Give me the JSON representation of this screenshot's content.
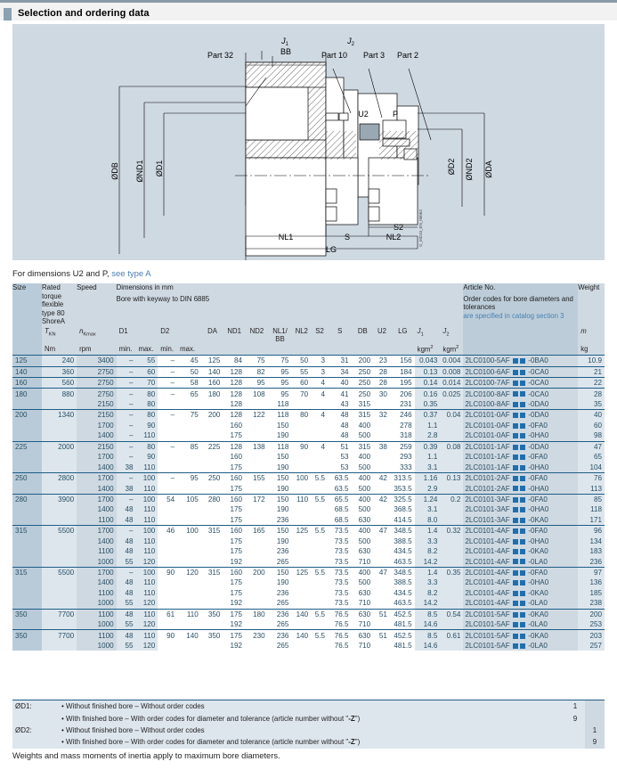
{
  "header": {
    "title": "Selection and ordering data"
  },
  "figure": {
    "labels": {
      "j1": "J1",
      "j2": "J2",
      "part32": "Part 32",
      "bb": "BB",
      "part10": "Part 10",
      "part3": "Part 3",
      "part2": "Part 2",
      "u2": "U2",
      "p": "P",
      "db": "ØDB",
      "nd1": "ØND1",
      "d1": "ØD1",
      "d2": "ØD2",
      "nd2": "ØND2",
      "da": "ØDA",
      "s2": "S2",
      "nl1": "NL1",
      "s": "S",
      "nl2": "NL2",
      "lg": "LG",
      "watermark": "G_MD10_EN_00063"
    }
  },
  "note_u2": {
    "text": "For dimensions U2 and P, ",
    "link": "see type A"
  },
  "table": {
    "headers": {
      "size": "Size",
      "rated_torque": "Rated torque flexible type 80 ShoreA",
      "speed": "Speed",
      "dimensions": "Dimensions in mm",
      "bore_keyway": "Bore with keyway to DIN 6885",
      "mass_moment": "Mass moment of inertia",
      "article_no": "Article No.",
      "article_sub": "Order codes for bore diameters and tolerances",
      "article_link": "are specified in catalog section 3",
      "weight": "Weight"
    },
    "symbols": {
      "tkn": "T",
      "tkn_sub": "KN",
      "nk": "n",
      "nk_sub": "Kmax",
      "d1": "D1",
      "d2": "D2",
      "da": "DA",
      "nd1": "ND1",
      "nd2": "ND2",
      "nl1bb": "NL1/ BB",
      "nl2": "NL2",
      "s2": "S2",
      "s": "S",
      "db": "DB",
      "u2": "U2",
      "lg": "LG",
      "j1": "J",
      "j1_sub": "1",
      "j2": "J",
      "j2_sub": "2",
      "m": "m",
      "min1": "min.",
      "max1": "max.",
      "min2": "min.",
      "max2": "max."
    },
    "units": {
      "nm": "Nm",
      "rpm": "rpm",
      "kgm2_a": "kgm",
      "kgm2_b": "kgm",
      "sup2": "2",
      "kg": "kg"
    },
    "rows": [
      {
        "group": true,
        "size": "125",
        "torque": "240",
        "speed": "3400",
        "d1min": "–",
        "d1max": "55",
        "d2min": "–",
        "d2max": "45",
        "da": "125",
        "nd1": "84",
        "nd2": "75",
        "nl1bb": "75",
        "nl2": "50",
        "s2": "3",
        "s": "31",
        "db": "200",
        "u2": "23",
        "lg": "156",
        "j1": "0.043",
        "j2": "0.004",
        "article": "2LC0100-5AF",
        "order": "-0BA0",
        "weight": "10.9"
      },
      {
        "group": true,
        "size": "140",
        "torque": "360",
        "speed": "2750",
        "d1min": "–",
        "d1max": "60",
        "d2min": "–",
        "d2max": "50",
        "da": "140",
        "nd1": "128",
        "nd2": "82",
        "nl1bb": "95",
        "nl2": "55",
        "s2": "3",
        "s": "34",
        "db": "250",
        "u2": "28",
        "lg": "184",
        "j1": "0.13",
        "j2": "0.008",
        "article": "2LC0100-6AF",
        "order": "-0CA0",
        "weight": "21"
      },
      {
        "group": true,
        "size": "160",
        "torque": "560",
        "speed": "2750",
        "d1min": "–",
        "d1max": "70",
        "d2min": "–",
        "d2max": "58",
        "da": "160",
        "nd1": "128",
        "nd2": "95",
        "nl1bb": "95",
        "nl2": "60",
        "s2": "4",
        "s": "40",
        "db": "250",
        "u2": "28",
        "lg": "195",
        "j1": "0.14",
        "j2": "0.014",
        "article": "2LC0100-7AF",
        "order": "-0CA0",
        "weight": "22"
      },
      {
        "group": true,
        "size": "180",
        "torque": "880",
        "speed": "2750",
        "d1min": "–",
        "d1max": "80",
        "d2min": "–",
        "d2max": "65",
        "da": "180",
        "nd1": "128",
        "nd2": "108",
        "nl1bb": "95",
        "nl2": "70",
        "s2": "4",
        "s": "41",
        "db": "250",
        "u2": "30",
        "lg": "206",
        "j1": "0.16",
        "j2": "0.025",
        "article": "2LC0100-8AF",
        "order": "-0CA0",
        "weight": "28"
      },
      {
        "group": false,
        "size": "",
        "torque": "",
        "speed": "2150",
        "d1min": "–",
        "d1max": "80",
        "d2min": "",
        "d2max": "",
        "da": "",
        "nd1": "128",
        "nd2": "",
        "nl1bb": "118",
        "nl2": "",
        "s2": "",
        "s": "43",
        "db": "315",
        "u2": "",
        "lg": "231",
        "j1": "0.35",
        "j2": "",
        "article": "2LC0100-8AF",
        "order": "-0DA0",
        "weight": "35"
      },
      {
        "group": true,
        "size": "200",
        "torque": "1340",
        "speed": "2150",
        "d1min": "–",
        "d1max": "80",
        "d2min": "–",
        "d2max": "75",
        "da": "200",
        "nd1": "128",
        "nd2": "122",
        "nl1bb": "118",
        "nl2": "80",
        "s2": "4",
        "s": "48",
        "db": "315",
        "u2": "32",
        "lg": "246",
        "j1": "0.37",
        "j2": "0.04",
        "article": "2LC0101-0AF",
        "order": "-0DA0",
        "weight": "40"
      },
      {
        "group": false,
        "size": "",
        "torque": "",
        "speed": "1700",
        "d1min": "–",
        "d1max": "90",
        "d2min": "",
        "d2max": "",
        "da": "",
        "nd1": "160",
        "nd2": "",
        "nl1bb": "150",
        "nl2": "",
        "s2": "",
        "s": "48",
        "db": "400",
        "u2": "",
        "lg": "278",
        "j1": "1.1",
        "j2": "",
        "article": "2LC0101-0AF",
        "order": "-0FA0",
        "weight": "60"
      },
      {
        "group": false,
        "size": "",
        "torque": "",
        "speed": "1400",
        "d1min": "–",
        "d1max": "110",
        "d2min": "",
        "d2max": "",
        "da": "",
        "nd1": "175",
        "nd2": "",
        "nl1bb": "190",
        "nl2": "",
        "s2": "",
        "s": "48",
        "db": "500",
        "u2": "",
        "lg": "318",
        "j1": "2.8",
        "j2": "",
        "article": "2LC0101-0AF",
        "order": "-0HA0",
        "weight": "98"
      },
      {
        "group": true,
        "size": "225",
        "torque": "2000",
        "speed": "2150",
        "d1min": "–",
        "d1max": "80",
        "d2min": "–",
        "d2max": "85",
        "da": "225",
        "nd1": "128",
        "nd2": "138",
        "nl1bb": "118",
        "nl2": "90",
        "s2": "4",
        "s": "51",
        "db": "315",
        "u2": "38",
        "lg": "259",
        "j1": "0.39",
        "j2": "0.08",
        "article": "2LC0101-1AF",
        "order": "-0DA0",
        "weight": "47"
      },
      {
        "group": false,
        "size": "",
        "torque": "",
        "speed": "1700",
        "d1min": "–",
        "d1max": "90",
        "d2min": "",
        "d2max": "",
        "da": "",
        "nd1": "160",
        "nd2": "",
        "nl1bb": "150",
        "nl2": "",
        "s2": "",
        "s": "53",
        "db": "400",
        "u2": "",
        "lg": "293",
        "j1": "1.1",
        "j2": "",
        "article": "2LC0101-1AF",
        "order": "-0FA0",
        "weight": "65"
      },
      {
        "group": false,
        "size": "",
        "torque": "",
        "speed": "1400",
        "d1min": "38",
        "d1max": "110",
        "d2min": "",
        "d2max": "",
        "da": "",
        "nd1": "175",
        "nd2": "",
        "nl1bb": "190",
        "nl2": "",
        "s2": "",
        "s": "53",
        "db": "500",
        "u2": "",
        "lg": "333",
        "j1": "3.1",
        "j2": "",
        "article": "2LC0101-1AF",
        "order": "-0HA0",
        "weight": "104"
      },
      {
        "group": true,
        "size": "250",
        "torque": "2800",
        "speed": "1700",
        "d1min": "–",
        "d1max": "100",
        "d2min": "–",
        "d2max": "95",
        "da": "250",
        "nd1": "160",
        "nd2": "155",
        "nl1bb": "150",
        "nl2": "100",
        "s2": "5.5",
        "s": "63.5",
        "db": "400",
        "u2": "42",
        "lg": "313.5",
        "j1": "1.16",
        "j2": "0.13",
        "article": "2LC0101-2AF",
        "order": "-0FA0",
        "weight": "76"
      },
      {
        "group": false,
        "size": "",
        "torque": "",
        "speed": "1400",
        "d1min": "38",
        "d1max": "110",
        "d2min": "",
        "d2max": "",
        "da": "",
        "nd1": "175",
        "nd2": "",
        "nl1bb": "190",
        "nl2": "",
        "s2": "",
        "s": "63.5",
        "db": "500",
        "u2": "",
        "lg": "353.5",
        "j1": "2.9",
        "j2": "",
        "article": "2LC0101-2AF",
        "order": "-0HA0",
        "weight": "113"
      },
      {
        "group": true,
        "size": "280",
        "torque": "3900",
        "speed": "1700",
        "d1min": "–",
        "d1max": "100",
        "d2min": "54",
        "d2max": "105",
        "da": "280",
        "nd1": "160",
        "nd2": "172",
        "nl1bb": "150",
        "nl2": "110",
        "s2": "5.5",
        "s": "65.5",
        "db": "400",
        "u2": "42",
        "lg": "325.5",
        "j1": "1.24",
        "j2": "0.2",
        "article": "2LC0101-3AF",
        "order": "-0FA0",
        "weight": "85"
      },
      {
        "group": false,
        "size": "",
        "torque": "",
        "speed": "1400",
        "d1min": "48",
        "d1max": "110",
        "d2min": "",
        "d2max": "",
        "da": "",
        "nd1": "175",
        "nd2": "",
        "nl1bb": "190",
        "nl2": "",
        "s2": "",
        "s": "68.5",
        "db": "500",
        "u2": "",
        "lg": "368.5",
        "j1": "3.1",
        "j2": "",
        "article": "2LC0101-3AF",
        "order": "-0HA0",
        "weight": "118"
      },
      {
        "group": false,
        "size": "",
        "torque": "",
        "speed": "1100",
        "d1min": "48",
        "d1max": "110",
        "d2min": "",
        "d2max": "",
        "da": "",
        "nd1": "175",
        "nd2": "",
        "nl1bb": "236",
        "nl2": "",
        "s2": "",
        "s": "68.5",
        "db": "630",
        "u2": "",
        "lg": "414.5",
        "j1": "8.0",
        "j2": "",
        "article": "2LC0101-3AF",
        "order": "-0KA0",
        "weight": "171"
      },
      {
        "group": true,
        "size": "315",
        "torque": "5500",
        "speed": "1700",
        "d1min": "–",
        "d1max": "100",
        "d2min": "46",
        "d2max": "100",
        "da": "315",
        "nd1": "160",
        "nd2": "165",
        "nl1bb": "150",
        "nl2": "125",
        "s2": "5.5",
        "s": "73.5",
        "db": "400",
        "u2": "47",
        "lg": "348.5",
        "j1": "1.4",
        "j2": "0.32",
        "article": "2LC0101-4AF",
        "order": "-0FA0",
        "weight": "96"
      },
      {
        "group": false,
        "size": "",
        "torque": "",
        "speed": "1400",
        "d1min": "48",
        "d1max": "110",
        "d2min": "",
        "d2max": "",
        "da": "",
        "nd1": "175",
        "nd2": "",
        "nl1bb": "190",
        "nl2": "",
        "s2": "",
        "s": "73.5",
        "db": "500",
        "u2": "",
        "lg": "388.5",
        "j1": "3.3",
        "j2": "",
        "article": "2LC0101-4AF",
        "order": "-0HA0",
        "weight": "134"
      },
      {
        "group": false,
        "size": "",
        "torque": "",
        "speed": "1100",
        "d1min": "48",
        "d1max": "110",
        "d2min": "",
        "d2max": "",
        "da": "",
        "nd1": "175",
        "nd2": "",
        "nl1bb": "236",
        "nl2": "",
        "s2": "",
        "s": "73.5",
        "db": "630",
        "u2": "",
        "lg": "434.5",
        "j1": "8.2",
        "j2": "",
        "article": "2LC0101-4AF",
        "order": "-0KA0",
        "weight": "183"
      },
      {
        "group": false,
        "size": "",
        "torque": "",
        "speed": "1000",
        "d1min": "55",
        "d1max": "120",
        "d2min": "",
        "d2max": "",
        "da": "",
        "nd1": "192",
        "nd2": "",
        "nl1bb": "265",
        "nl2": "",
        "s2": "",
        "s": "73.5",
        "db": "710",
        "u2": "",
        "lg": "463.5",
        "j1": "14.2",
        "j2": "",
        "article": "2LC0101-4AF",
        "order": "-0LA0",
        "weight": "236"
      },
      {
        "group": true,
        "size": "315",
        "torque": "5500",
        "speed": "1700",
        "d1min": "–",
        "d1max": "100",
        "d2min": "90",
        "d2max": "120",
        "da": "315",
        "nd1": "160",
        "nd2": "200",
        "nl1bb": "150",
        "nl2": "125",
        "s2": "5.5",
        "s": "73.5",
        "db": "400",
        "u2": "47",
        "lg": "348.5",
        "j1": "1.4",
        "j2": "0.35",
        "article": "2LC0101-4AF",
        "order": "-0FA0",
        "weight": "97"
      },
      {
        "group": false,
        "size": "",
        "torque": "",
        "speed": "1400",
        "d1min": "48",
        "d1max": "110",
        "d2min": "",
        "d2max": "",
        "da": "",
        "nd1": "175",
        "nd2": "",
        "nl1bb": "190",
        "nl2": "",
        "s2": "",
        "s": "73.5",
        "db": "500",
        "u2": "",
        "lg": "388.5",
        "j1": "3.3",
        "j2": "",
        "article": "2LC0101-4AF",
        "order": "-0HA0",
        "weight": "136"
      },
      {
        "group": false,
        "size": "",
        "torque": "",
        "speed": "1100",
        "d1min": "48",
        "d1max": "110",
        "d2min": "",
        "d2max": "",
        "da": "",
        "nd1": "175",
        "nd2": "",
        "nl1bb": "236",
        "nl2": "",
        "s2": "",
        "s": "73.5",
        "db": "630",
        "u2": "",
        "lg": "434.5",
        "j1": "8.2",
        "j2": "",
        "article": "2LC0101-4AF",
        "order": "-0KA0",
        "weight": "185"
      },
      {
        "group": false,
        "size": "",
        "torque": "",
        "speed": "1000",
        "d1min": "55",
        "d1max": "120",
        "d2min": "",
        "d2max": "",
        "da": "",
        "nd1": "192",
        "nd2": "",
        "nl1bb": "265",
        "nl2": "",
        "s2": "",
        "s": "73.5",
        "db": "710",
        "u2": "",
        "lg": "463.5",
        "j1": "14.2",
        "j2": "",
        "article": "2LC0101-4AF",
        "order": "-0LA0",
        "weight": "238"
      },
      {
        "group": true,
        "size": "350",
        "torque": "7700",
        "speed": "1100",
        "d1min": "48",
        "d1max": "110",
        "d2min": "61",
        "d2max": "110",
        "da": "350",
        "nd1": "175",
        "nd2": "180",
        "nl1bb": "236",
        "nl2": "140",
        "s2": "5.5",
        "s": "76.5",
        "db": "630",
        "u2": "51",
        "lg": "452.5",
        "j1": "8.5",
        "j2": "0.54",
        "article": "2LC0101-5AF",
        "order": "-0KA0",
        "weight": "200"
      },
      {
        "group": false,
        "size": "",
        "torque": "",
        "speed": "1000",
        "d1min": "55",
        "d1max": "120",
        "d2min": "",
        "d2max": "",
        "da": "",
        "nd1": "192",
        "nd2": "",
        "nl1bb": "265",
        "nl2": "",
        "s2": "",
        "s": "76.5",
        "db": "710",
        "u2": "",
        "lg": "481.5",
        "j1": "14.6",
        "j2": "",
        "article": "2LC0101-5AF",
        "order": "-0LA0",
        "weight": "253"
      },
      {
        "group": true,
        "size": "350",
        "torque": "7700",
        "speed": "1100",
        "d1min": "48",
        "d1max": "110",
        "d2min": "90",
        "d2max": "140",
        "da": "350",
        "nd1": "175",
        "nd2": "230",
        "nl1bb": "236",
        "nl2": "140",
        "s2": "5.5",
        "s": "76.5",
        "db": "630",
        "u2": "51",
        "lg": "452.5",
        "j1": "8.5",
        "j2": "0.61",
        "article": "2LC0101-5AF",
        "order": "-0KA0",
        "weight": "203"
      },
      {
        "group": false,
        "size": "",
        "torque": "",
        "speed": "1000",
        "d1min": "55",
        "d1max": "120",
        "d2min": "",
        "d2max": "",
        "da": "",
        "nd1": "192",
        "nd2": "",
        "nl1bb": "265",
        "nl2": "",
        "s2": "",
        "s": "76.5",
        "db": "710",
        "u2": "",
        "lg": "481.5",
        "j1": "14.6",
        "j2": "",
        "article": "2LC0101-5AF",
        "order": "-0LA0",
        "weight": "257"
      }
    ]
  },
  "footnotes": [
    {
      "label": "ØD1:",
      "text": "• Without finished bore – Without order codes",
      "n1": "1",
      "n2": ""
    },
    {
      "label": "",
      "text_pre": "• With finished bore – With order codes for diameter and tolerance (article number without \"",
      "bold": "-Z",
      "text_post": "\")",
      "n1": "9",
      "n2": ""
    },
    {
      "label": "ØD2:",
      "text": "• Without finished bore – Without order codes",
      "n1": "",
      "n2": "1"
    },
    {
      "label": "",
      "text_pre": "• With finished bore – With order codes for diameter and tolerance (article number without \"",
      "bold": "-Z",
      "text_post": "\")",
      "n1": "",
      "n2": "9"
    }
  ],
  "closing": "Weights and mass moments of inertia apply to maximum bore diameters."
}
